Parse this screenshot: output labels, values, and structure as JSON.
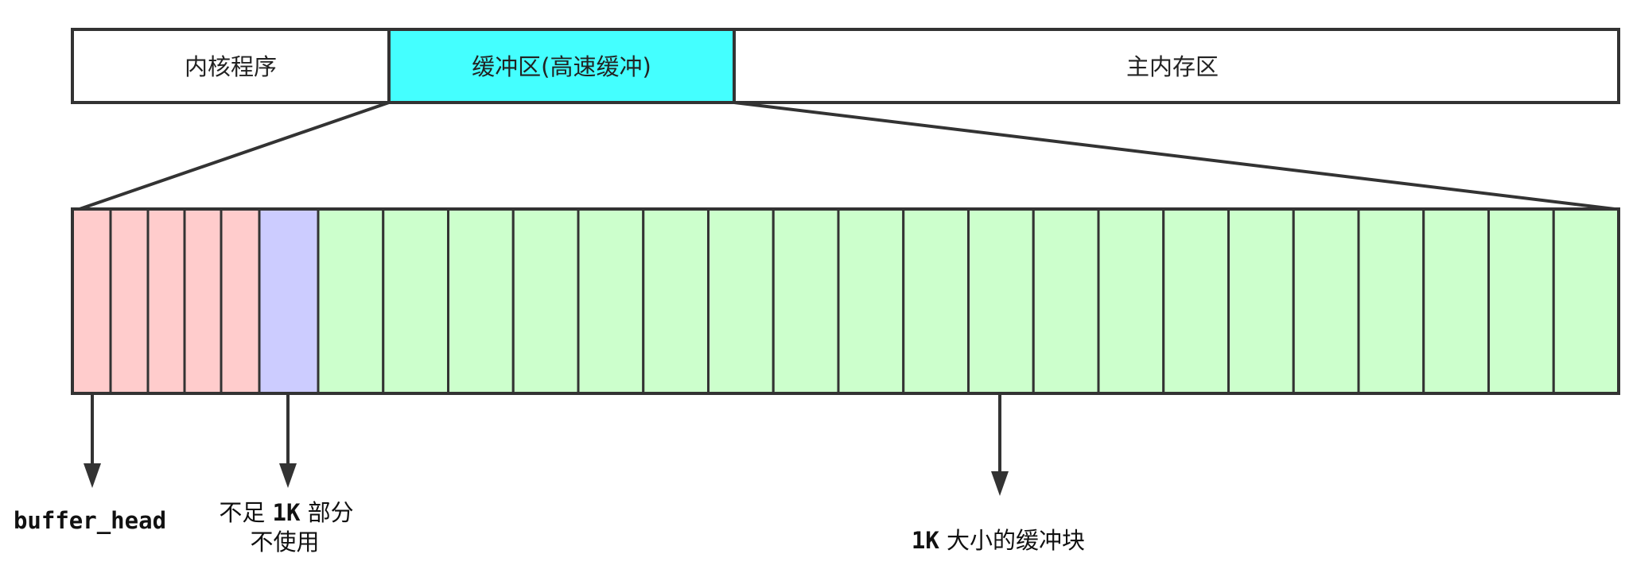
{
  "memory_layout": {
    "segments": [
      {
        "label": "内核程序",
        "color": "#ffffff"
      },
      {
        "label": "缓冲区(高速缓冲)",
        "color": "#44ffff"
      },
      {
        "label": "主内存区",
        "color": "#ffffff"
      }
    ]
  },
  "buffer_detail": {
    "header_color": "#ffcccc",
    "unused_color": "#ccccff",
    "block_color": "#ccffcc",
    "outline_color": "#333333"
  },
  "annotations": {
    "buffer_head": "buffer_head",
    "unused_line1_pre": "不足 ",
    "unused_line1_bold": "1K",
    "unused_line1_post": " 部分",
    "unused_line2": "不使用",
    "block_bold": "1K",
    "block_text": " 大小的缓冲块"
  }
}
